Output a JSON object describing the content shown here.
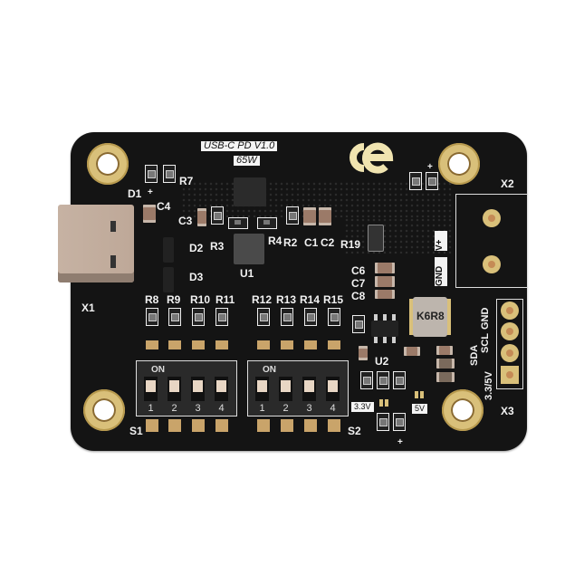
{
  "board": {
    "title_label": "USB-C PD V1.0",
    "power_label": "65W",
    "logo": "ce",
    "colors": {
      "pcb": "#141414",
      "gold": "#d9c07a",
      "silkscreen": "#f2f2f2",
      "connector": "#c6b2a3"
    }
  },
  "labels": {
    "x1": "X1",
    "x2": "X2",
    "x3": "X3",
    "d1": "D1",
    "d2": "D2",
    "d3": "D3",
    "r7": "R7",
    "r3": "R3",
    "r4": "R4",
    "r2": "R2",
    "r19": "R19",
    "c1": "C1",
    "c2": "C2",
    "c3": "C3",
    "c4": "C4",
    "c6": "C6",
    "c7": "C7",
    "c8": "C8",
    "u1": "U1",
    "u2": "U2",
    "s1": "S1",
    "s2": "S2",
    "inductor": "K6R8",
    "plus": "+"
  },
  "resistor_row": [
    "R8",
    "R9",
    "R10",
    "R11",
    "R12",
    "R13",
    "R14",
    "R15"
  ],
  "x2_pins": [
    "V+",
    "GND"
  ],
  "x3_pins": [
    "GND",
    "SCL",
    "SDA",
    "3.3/5V"
  ],
  "voltage_jumpers": [
    "3.3V",
    "5V"
  ],
  "dip_switches": [
    {
      "name": "S1",
      "on_label": "ON",
      "positions": [
        "1",
        "2",
        "3",
        "4"
      ]
    },
    {
      "name": "S2",
      "on_label": "ON",
      "positions": [
        "1",
        "2",
        "3",
        "4"
      ]
    }
  ]
}
